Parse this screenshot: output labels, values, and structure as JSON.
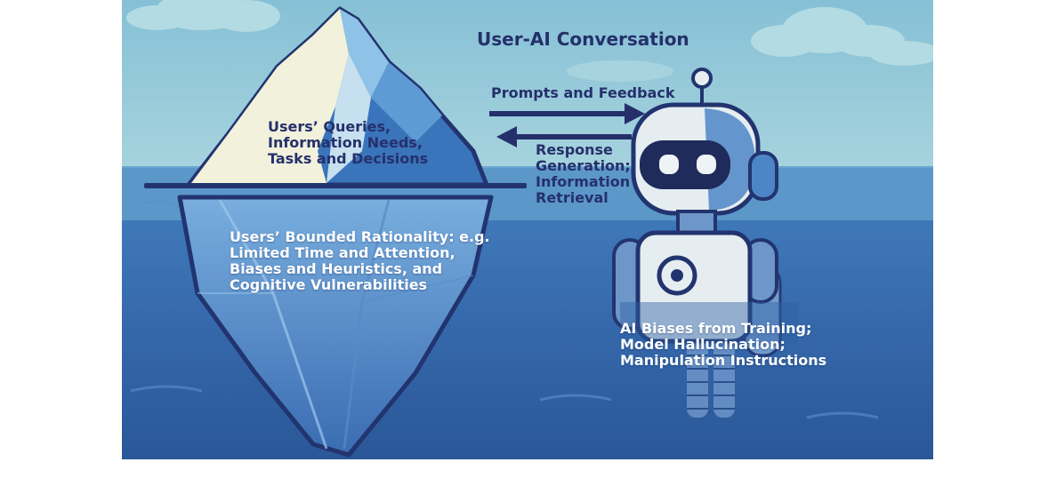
{
  "diagram": {
    "title": "User-AI Conversation",
    "arrow_forward_label": "Prompts and Feedback",
    "arrow_back_label": "Response\nGeneration;\nInformation\nRetrieval",
    "iceberg_tip_label": "Users’ Queries,\nInformation Needs,\nTasks and Decisions",
    "iceberg_submerged_label": "Users’ Bounded Rationality: e.g.\nLimited Time and Attention,\nBiases and Heuristics, and\nCognitive Vulnerabilities",
    "robot_submerged_label": "AI Biases from Training;\nModel Hallucination;\nManipulation Instructions"
  },
  "colors": {
    "sky": "#8fc6da",
    "sea_surface": "#5b97c9",
    "sea_deep": "#2f62a4",
    "text_dark": "#25306b",
    "iceberg_outline": "#22346f",
    "robot_body": "#e6edf0"
  }
}
